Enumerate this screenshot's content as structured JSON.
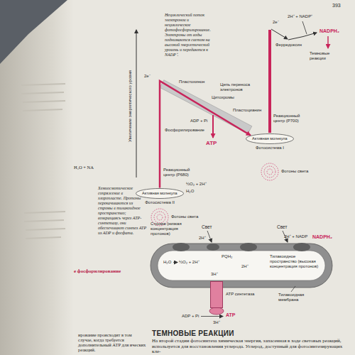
{
  "diagram": {
    "nodes": [
      {
        "text": [
          "Активная молекула",
          "Фотосистема II"
        ]
      },
      {
        "text": [
          "Активная молекула",
          "Фотосистема I"
        ]
      },
      {
        "text": [
          "ATP синтетаза"
        ]
      }
    ],
    "edges": [
      {
        "from": 0,
        "to": 1,
        "arrow": "to"
      }
    ],
    "labels": [
      "Увеличение энергетического уровня",
      "Нециклический поток электронов и нециклическое фотофосфорилирование. Электроны от воды поднимаются светом на высокий энергетический уровень и передаются к NADP⁺.",
      "Реакционный центр (P680)",
      "½O₂ + 2H⁺",
      "H₂O",
      "2e⁻",
      "Пластохинон",
      "Цепь переноса электронов",
      "Цитохромы",
      "Пластоцианин",
      "ADP + Pi",
      "Фосфорилирование",
      "ATP",
      "Фотоны света",
      "Реакционный центр (P700)",
      "Фотоны света",
      "2e⁻",
      "Ферредоксин",
      "2H⁺ + NADP⁺",
      "NADPH₂",
      "Темновые реакции",
      "Строма (низкая концентрация протонов)",
      "Свет",
      "Свет",
      "2H⁺",
      "2H⁺ + NADP",
      "NADPH₂",
      "H₂O",
      "½O₂ + 2H⁺",
      "PQH₂",
      "2H⁺",
      "Тилакоидное пространство (высокая концентрация протонов)",
      "3H⁺",
      "Тилакоидная мембрана",
      "ADP + Pi",
      "ATP",
      "3H⁺",
      "393",
      "ТЕМНОВЫЕ РЕАКЦИИ",
      "На второй стадии фотосинтеза химическая энергия, запасенная в ходе световых реакций, используется для восстановления углерода. Углерод, доступный для фотосинтезирующих кле-",
      "ирование происходит в том случае, когда требуется дополнительный АТР для ических реакций.",
      "Хемиосмотическое сопряжение в хлоропласте. Протоны перекачиваются из стромы в тилакоидное пространство; возвращаясь через АТР-синтетазу, они обеспечивают синтез АТР из ADP и фосфата.",
      "H₂O + NA",
      "е фосфорилирование"
    ]
  }
}
